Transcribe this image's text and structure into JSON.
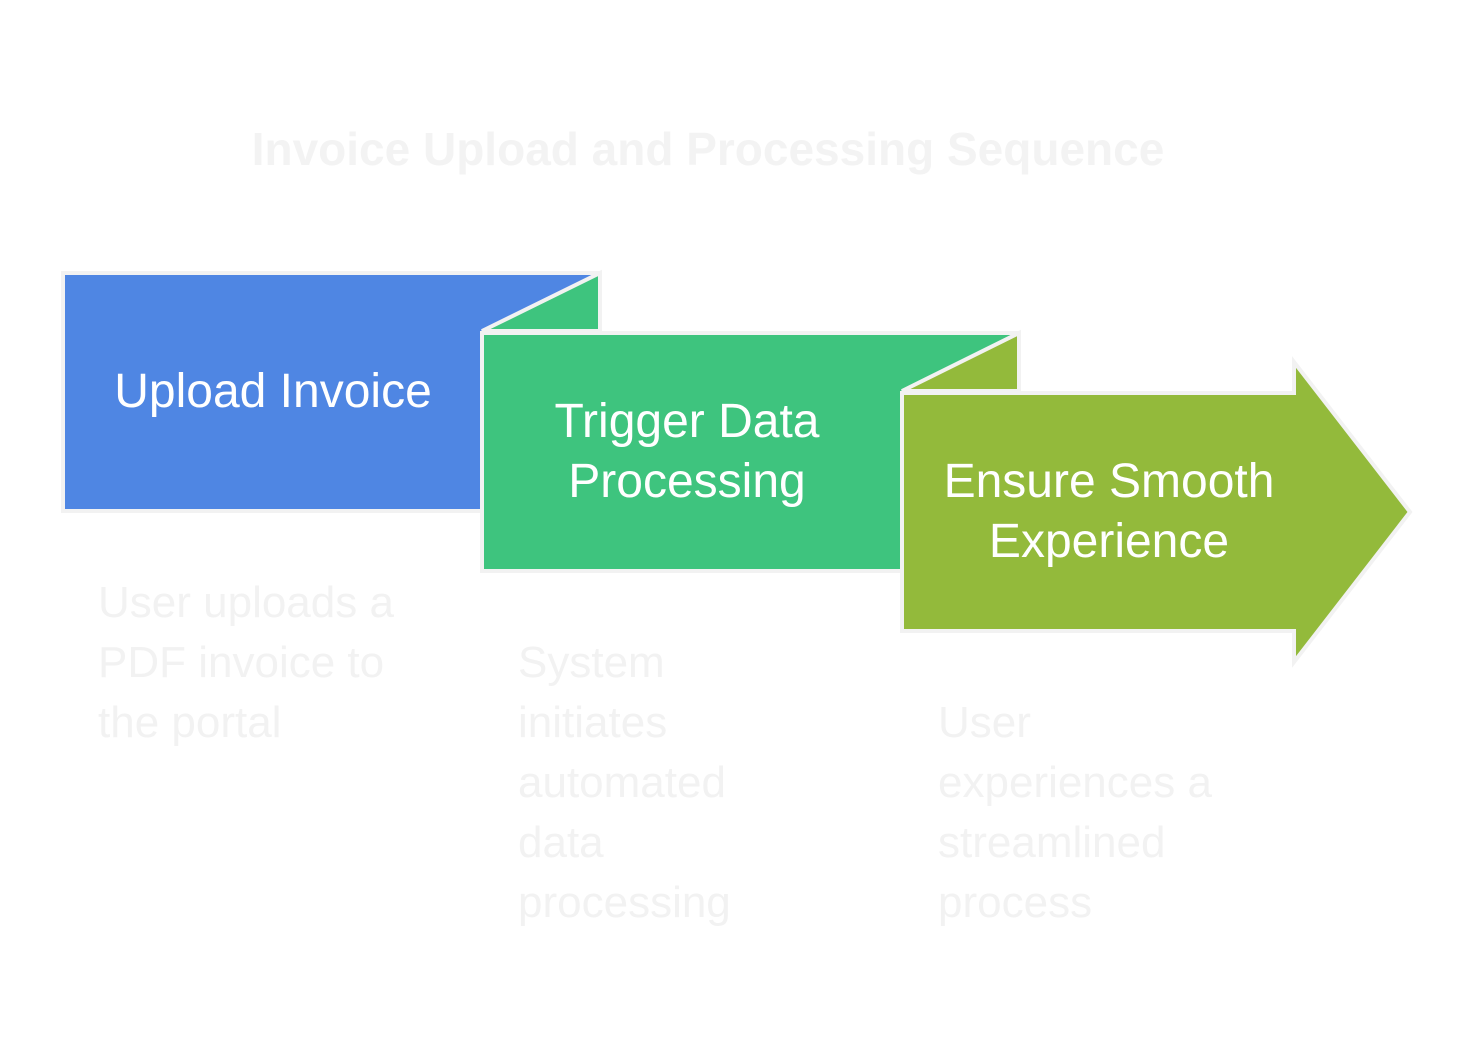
{
  "title": "Invoice Upload and Processing Sequence",
  "colors": {
    "step1": "#4f86e3",
    "step2": "#3ec47e",
    "step3": "#93ba3b",
    "fold2": "#3ec47e",
    "fold3": "#93ba3b",
    "outline": "#f2f2f2",
    "muted_text": "#f2f2f2"
  },
  "steps": [
    {
      "label": [
        "Upload Invoice"
      ],
      "description": [
        "User uploads a",
        "PDF invoice to",
        "the portal"
      ]
    },
    {
      "label": [
        "Trigger Data",
        "Processing"
      ],
      "description": [
        "System",
        "initiates",
        "automated",
        "data",
        "processing"
      ]
    },
    {
      "label": [
        "Ensure Smooth",
        "Experience"
      ],
      "description": [
        "User",
        "experiences a",
        "streamlined",
        "process"
      ]
    }
  ]
}
